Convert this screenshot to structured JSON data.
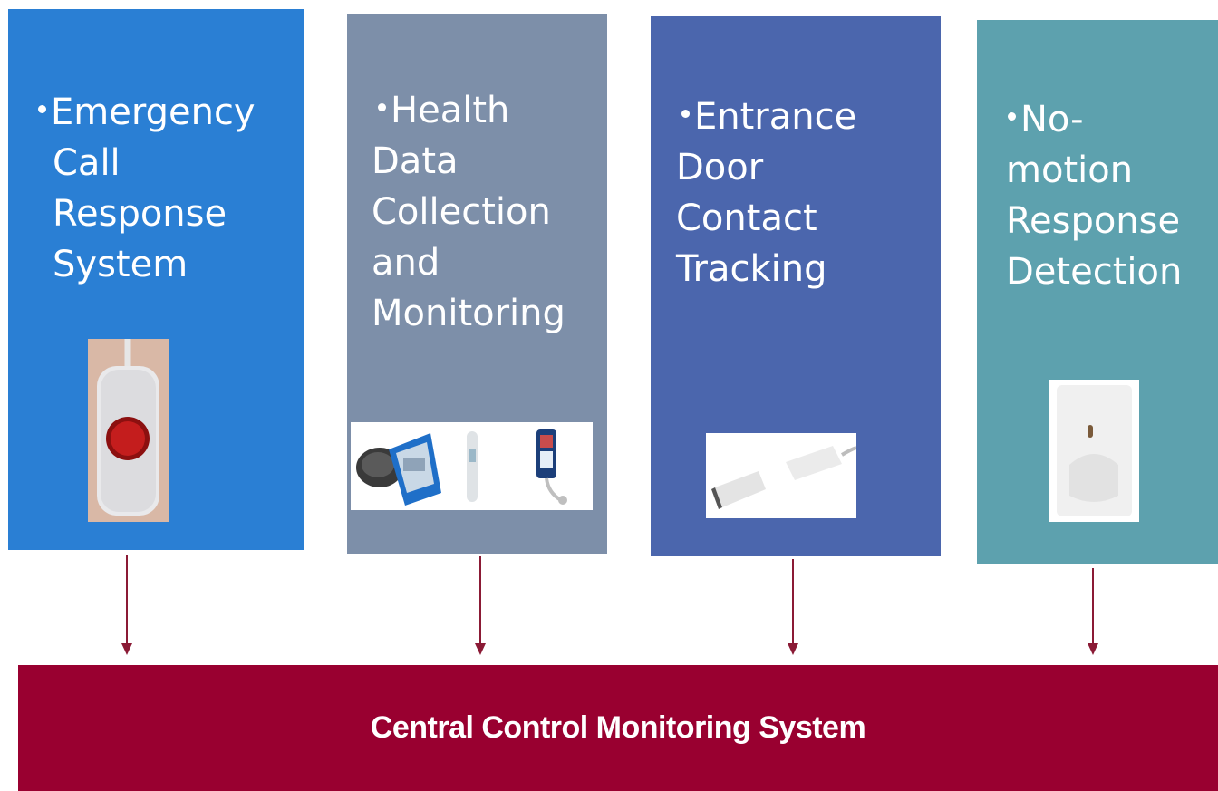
{
  "panels": [
    {
      "id": "emergency",
      "title_first": "Emergency",
      "title_rest": "Call\nResponse\nSystem",
      "color": "#2a7fd4",
      "device_icon": "emergency-call-button-icon"
    },
    {
      "id": "health",
      "title_first": "Health",
      "title_rest": "Data\nCollection\nand\nMonitoring",
      "color": "#7d8fa9",
      "device_icon": "health-monitor-devices-icon"
    },
    {
      "id": "door",
      "title_first": "Entrance",
      "title_rest": "Door\nContact\nTracking",
      "color": "#4b66ad",
      "device_icon": "door-contact-sensor-icon"
    },
    {
      "id": "motion",
      "title_first": "No-",
      "title_rest": "motion\nResponse\nDetection",
      "color": "#5da1ae",
      "device_icon": "motion-sensor-icon"
    }
  ],
  "central": {
    "label": "Central Control Monitoring System",
    "color": "#990030"
  },
  "arrow_color": "#8b1a35"
}
